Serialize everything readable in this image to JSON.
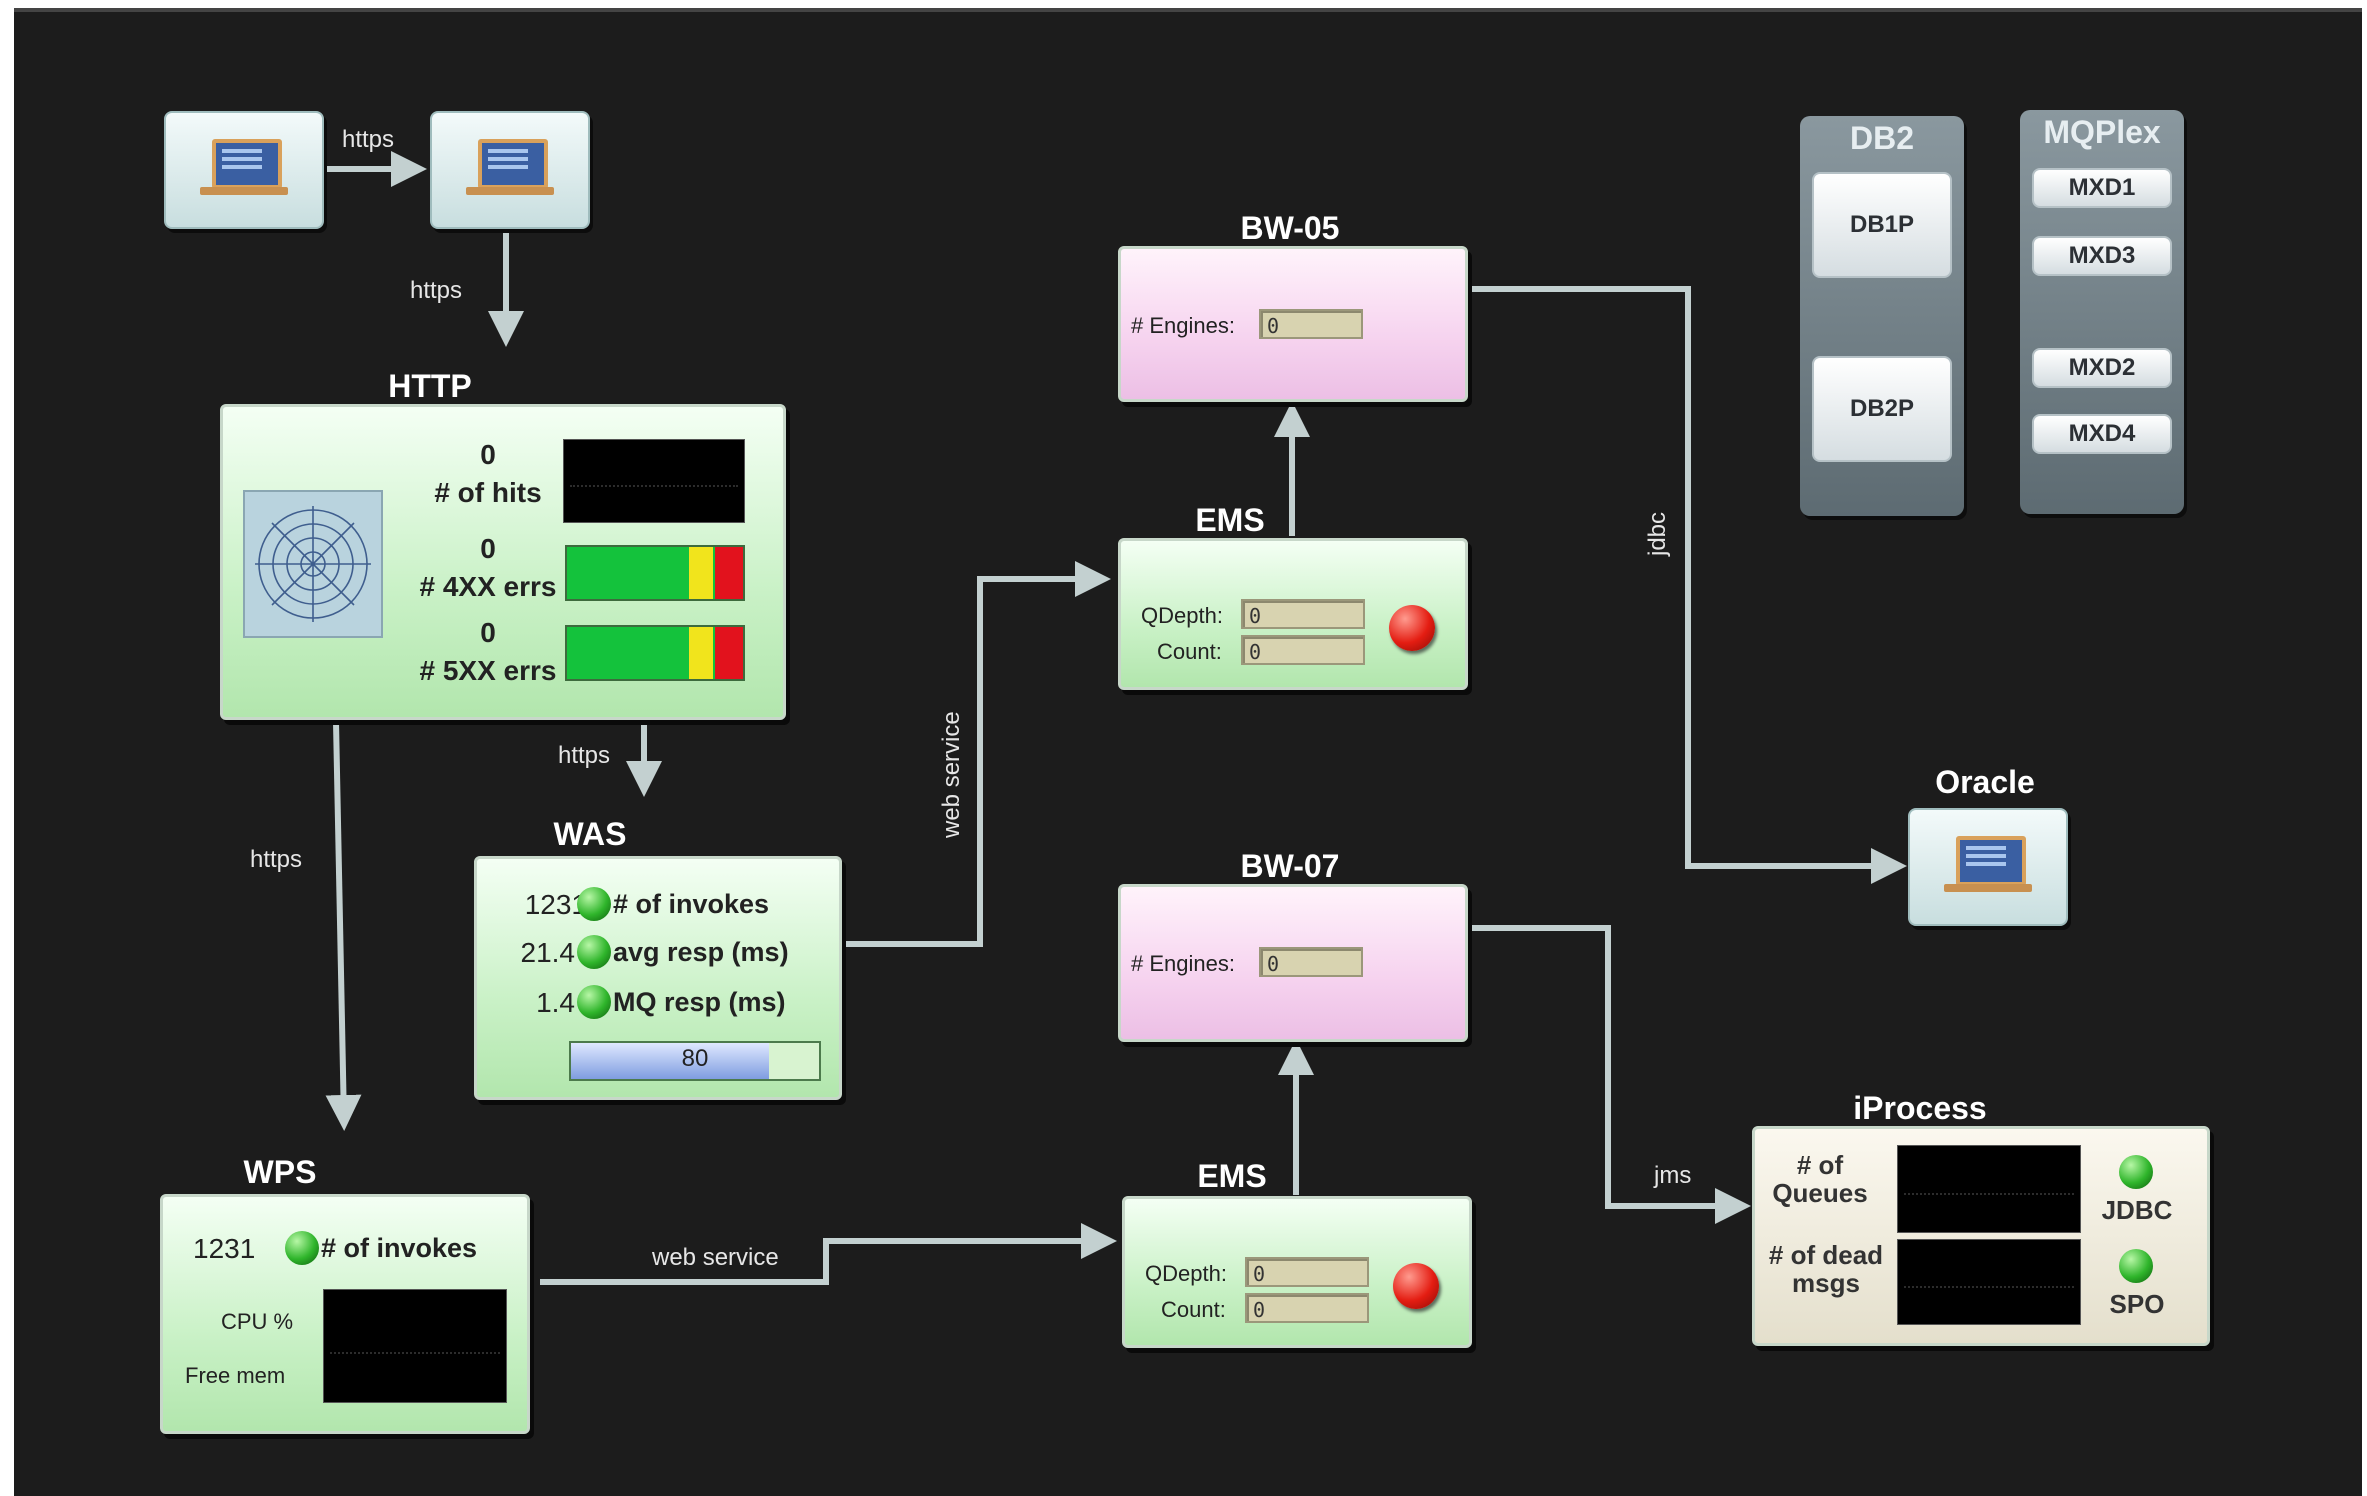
{
  "edges": {
    "client_link": "https",
    "proxy_to_http": "https",
    "http_to_was": "https",
    "http_to_wps": "https",
    "was_to_ems": "web service",
    "wps_to_ems": "web service",
    "bw05_to_oracle": "jdbc",
    "bw07_to_iprocess": "jms"
  },
  "http": {
    "title": "HTTP",
    "hits_value": "0",
    "hits_label": "# of hits",
    "err4_value": "0",
    "err4_label": "# 4XX errs",
    "err5_value": "0",
    "err5_label": "# 5XX errs"
  },
  "was": {
    "title": "WAS",
    "invokes_value": "1231",
    "invokes_label": "# of invokes",
    "resp_value": "21.4",
    "resp_label": "avg resp (ms)",
    "mq_value": "1.4",
    "mq_label": "MQ resp (ms)",
    "progress_value": "80",
    "progress_fraction": 0.8
  },
  "wps": {
    "title": "WPS",
    "invokes_value": "1231",
    "invokes_label": "# of invokes",
    "cpu_label": "CPU %",
    "mem_label": "Free mem"
  },
  "bw05": {
    "title": "BW-05",
    "engines_label": "# Engines:",
    "engines_value": "0"
  },
  "bw07": {
    "title": "BW-07",
    "engines_label": "# Engines:",
    "engines_value": "0"
  },
  "ems_top": {
    "title": "EMS",
    "qdepth_label": "QDepth:",
    "qdepth_value": "0",
    "count_label": "Count:",
    "count_value": "0"
  },
  "ems_bottom": {
    "title": "EMS",
    "qdepth_label": "QDepth:",
    "qdepth_value": "0",
    "count_label": "Count:",
    "count_value": "0"
  },
  "oracle": {
    "title": "Oracle"
  },
  "iprocess": {
    "title": "iProcess",
    "queues_label": "# of Queues",
    "dead_label": "# of dead msgs",
    "jdbc_label": "JDBC",
    "spo_label": "SPO"
  },
  "db2": {
    "title": "DB2",
    "items": [
      "DB1P",
      "DB2P"
    ]
  },
  "mqplex": {
    "title": "MQPlex",
    "items": [
      "MXD1",
      "MXD3",
      "MXD2",
      "MXD4"
    ]
  },
  "colors": {
    "background": "#1c1c1c",
    "wire": "#c3d0d0",
    "status_red": "#e41d12",
    "status_green": "#2fb52b"
  }
}
